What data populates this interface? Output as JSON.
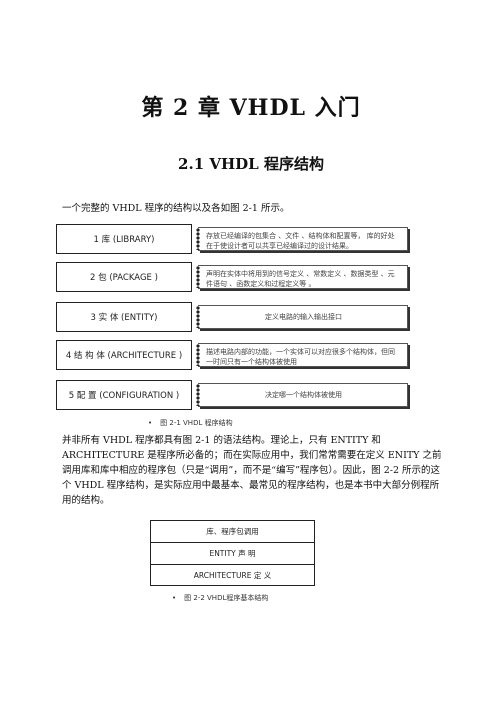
{
  "chapter_title": "第 2 章   VHDL 入门",
  "section_title": "2.1   VHDL 程序结构",
  "intro": "一个完整的 VHDL 程序的结构以及各如图 2-1 所示。",
  "structure_items": [
    {
      "label": "1 库 (LIBRARY)",
      "desc": "存放已经编译的包集合 、文件 、结构体和配置等， 库的好处在于使设计者可以共享已经编译过的设计结果。"
    },
    {
      "label": "2 包 (PACKAGE )",
      "desc": "声明在实体中将用到的信号定义 、常数定义 、数据类型 、元件语句 、函数定义和过程定义等 。"
    },
    {
      "label": "3 实 体  (ENTITY)",
      "desc": "定义电路的输入输出接口"
    },
    {
      "label": "4 结 构 体 (ARCHITECTURE )",
      "desc": "描述电路内部的功能，一个实体可以对应很多个结构体，但同一时间只有一个结构体被使用"
    },
    {
      "label": "5 配 置  (CONFIGURATION  )",
      "desc": "决定哪一个结构体被使用"
    }
  ],
  "figure1_caption": "图 2-1  VHDL 程序结构",
  "paragraph": "并非所有 VHDL 程序都具有图 2-1 的语法结构。理论上，只有 ENTITY 和 ARCHITECTURE 是程序所必备的；而在实际应用中，我们常常需要在定义 ENITY 之前调用库和库中相应的程序包（只是“调用”，而不是“编写”程序包）。因此，图 2-2 所示的这个 VHDL 程序结构，是实际应用中最基本、最常见的程序结构，也是本书中大部分例程所用的结构。",
  "basic_structure": [
    "库、程序包调用",
    "ENTITY 声 明",
    "ARCHITECTURE  定 义"
  ],
  "figure2_caption": "图 2-2   VHDL程序基本结构",
  "bullet_glyph": "•"
}
